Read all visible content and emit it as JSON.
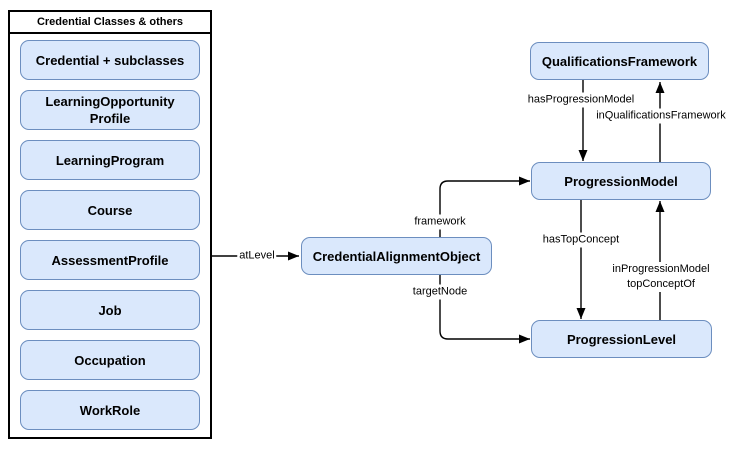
{
  "palette": {
    "node_fill": "#dae8fc",
    "node_border": "#6c8ebf",
    "edge_color": "#000000",
    "panel_border": "#000000",
    "background": "#ffffff"
  },
  "panel": {
    "title": "Credential Classes & others",
    "items": [
      "Credential + subclasses",
      "LearningOpportunity Profile",
      "LearningProgram",
      "Course",
      "AssessmentProfile",
      "Job",
      "Occupation",
      "WorkRole"
    ]
  },
  "nodes": {
    "credential_alignment_object": "CredentialAlignmentObject",
    "qualifications_framework": "QualificationsFramework",
    "progression_model": "ProgressionModel",
    "progression_level": "ProgressionLevel"
  },
  "edge_labels": {
    "at_level": "atLevel",
    "framework": "framework",
    "target_node": "targetNode",
    "has_progression_model": "hasProgressionModel",
    "in_qualifications_framework": "inQualificationsFramework",
    "has_top_concept": "hasTopConcept",
    "in_progression_model": "inProgressionModel",
    "top_concept_of": "topConceptOf"
  }
}
